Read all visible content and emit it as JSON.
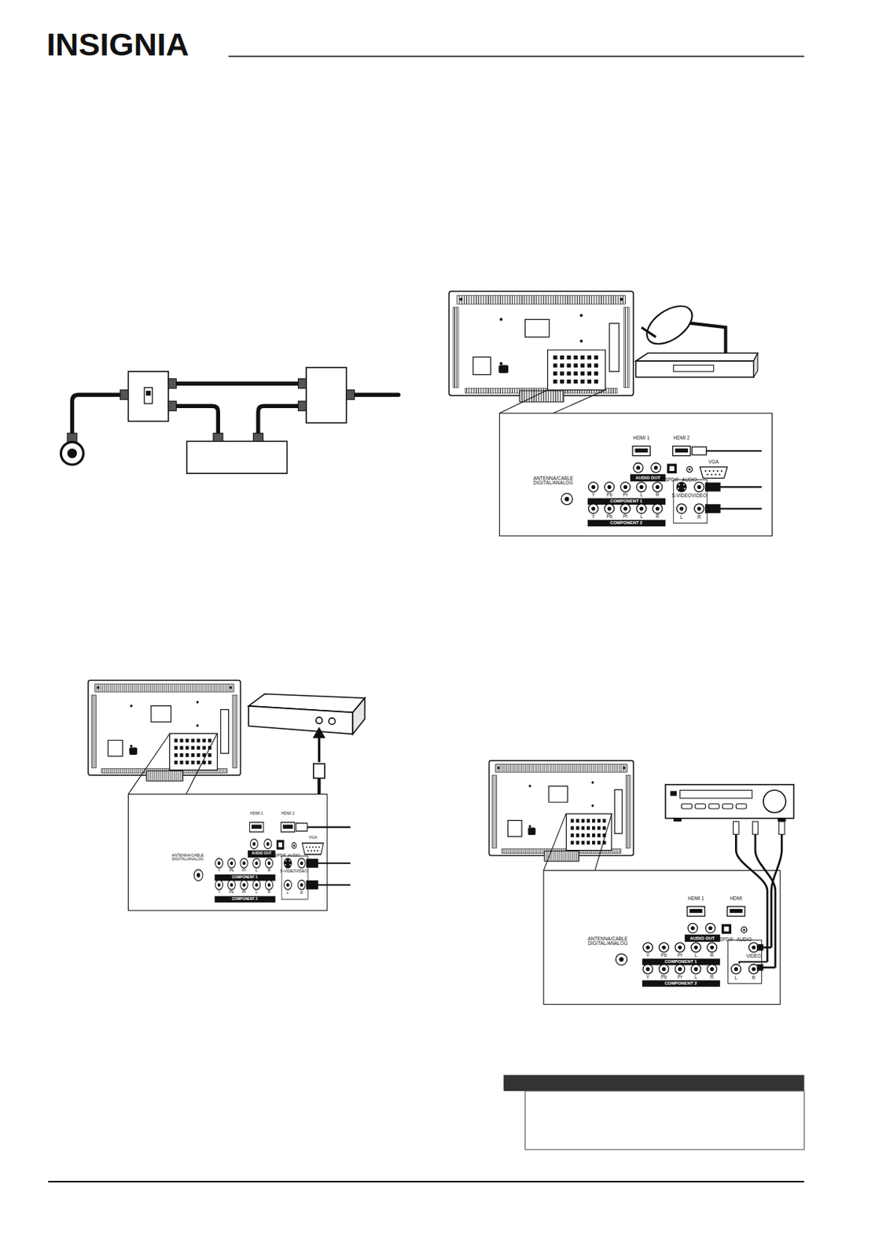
{
  "diagram": {
    "labels": [
      "INSIGNIA",
      "HDMI 1",
      "HDMI 2",
      "AUDIO OUT",
      "SPDIF",
      "AUDIO",
      "VGA",
      "ANTENNA/CABLE DIGITAL/ANALOG",
      "Y",
      "Pb",
      "Pr",
      "L",
      "R",
      "COMPONENT 1",
      "S-VIDEO",
      "VIDEO",
      "Y",
      "Pb",
      "Pr",
      "L",
      "R",
      "COMPONENT 2",
      "L",
      "R",
      "HDMI 1",
      "HDMI 2",
      "AUDIO OUT",
      "SPDIF",
      "AUDIO",
      "VGA",
      "ANTENNA/CABLE DIGITAL/ANALOG",
      "Y",
      "Pb",
      "Pr",
      "L",
      "R",
      "COMPONENT 1",
      "S-VIDEO",
      "VIDEO",
      "Y",
      "Pb",
      "Pr",
      "L",
      "R",
      "COMPONENT 2",
      "L",
      "R",
      "HDMI 1",
      "HDMI",
      "AUDIO OUT",
      "SPDIF",
      "AUDIO",
      "ANTENNA/CABLE DIGITAL/ANALOG",
      "Y",
      "Pb",
      "Pr",
      "L",
      "R",
      "COMPONENT 1",
      "VIDEO",
      "Y",
      "Pb",
      "Pr",
      "L",
      "R",
      "COMPONENT 2",
      "L",
      "R"
    ]
  }
}
